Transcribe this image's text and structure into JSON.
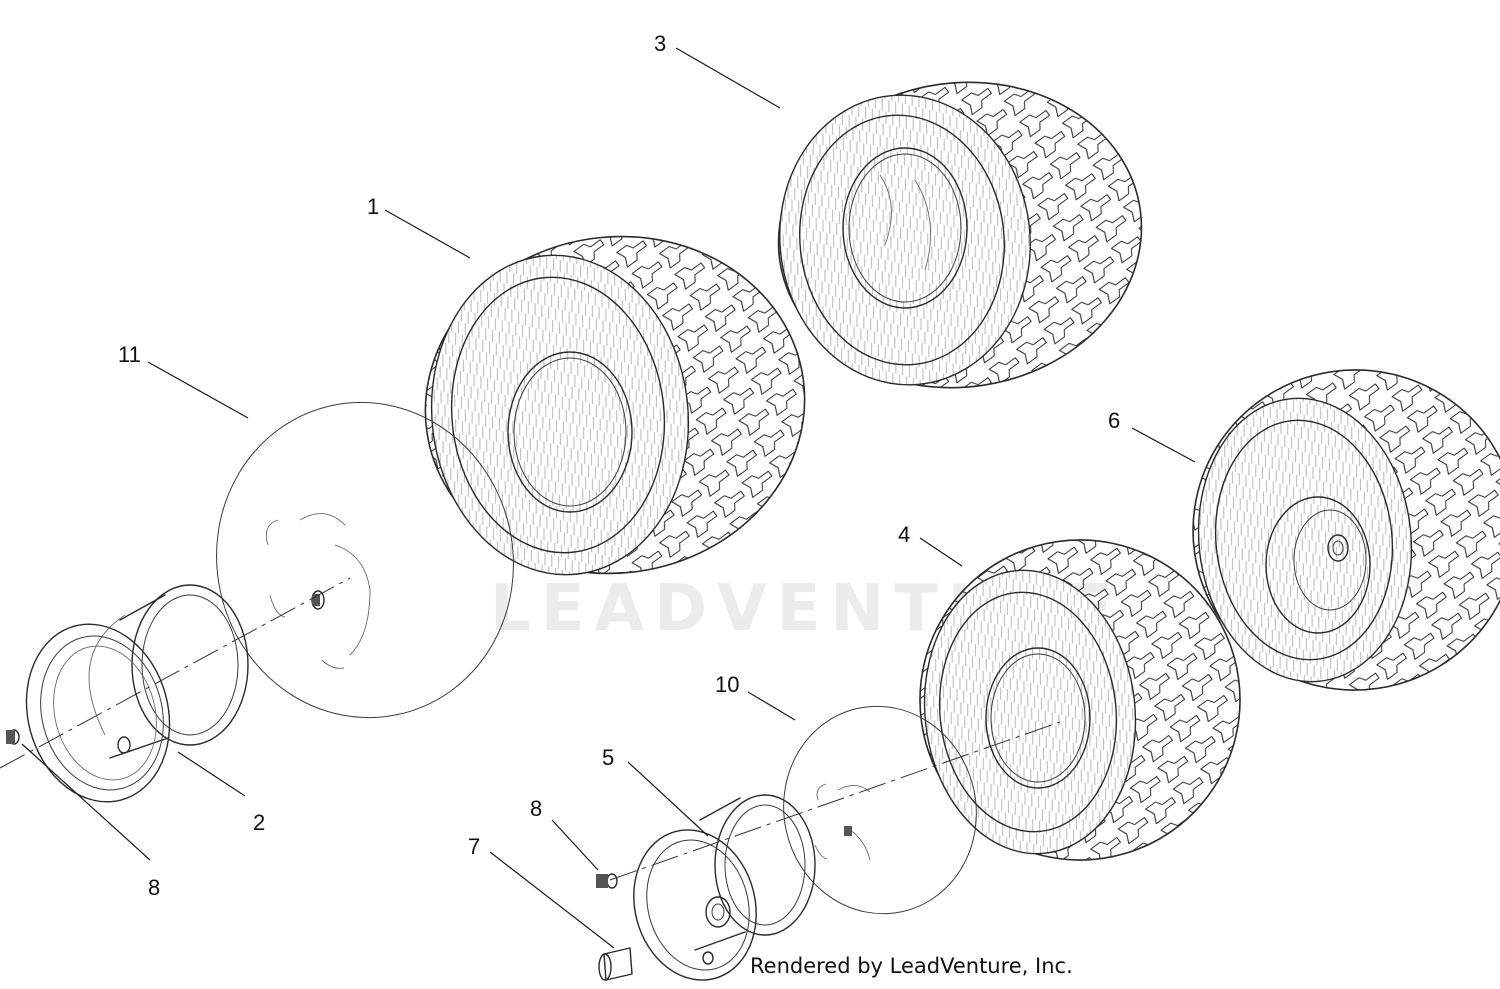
{
  "watermark": "LEADVENTURE",
  "credit": "Rendered by LeadVenture, Inc.",
  "callouts": [
    {
      "id": "c1",
      "label": "1"
    },
    {
      "id": "c2",
      "label": "2"
    },
    {
      "id": "c3",
      "label": "3"
    },
    {
      "id": "c4",
      "label": "4"
    },
    {
      "id": "c5",
      "label": "5"
    },
    {
      "id": "c6",
      "label": "6"
    },
    {
      "id": "c7",
      "label": "7"
    },
    {
      "id": "c8a",
      "label": "8"
    },
    {
      "id": "c8b",
      "label": "8"
    },
    {
      "id": "c10",
      "label": "10"
    },
    {
      "id": "c11",
      "label": "11"
    }
  ],
  "colors": {
    "ink": "#2a2a2a",
    "watermark": "#ececec",
    "background": "#ffffff"
  }
}
